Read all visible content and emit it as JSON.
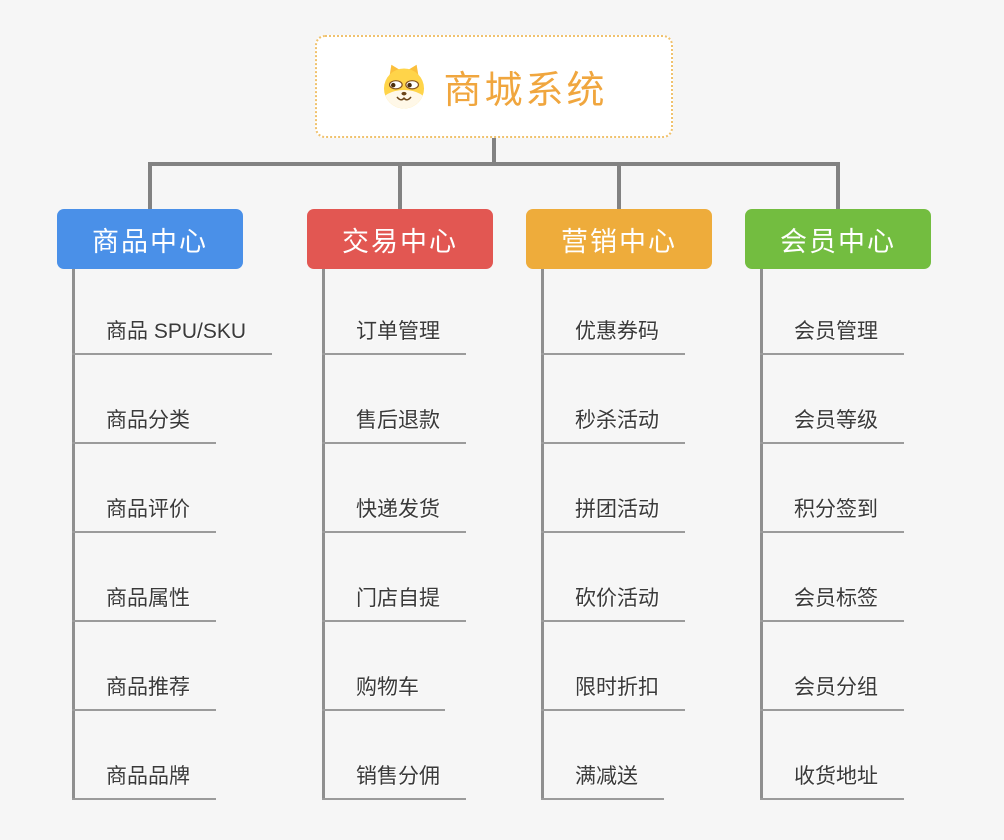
{
  "page": {
    "background": "#f6f6f6",
    "connector_color": "#828282"
  },
  "root": {
    "title": "商城系统",
    "icon": "dog-face-icon",
    "text_color": "#F0A63E",
    "border_color": "#F0C26E"
  },
  "branches": [
    {
      "label": "商品中心",
      "color": "#4A90E8",
      "children": [
        "商品 SPU/SKU",
        "商品分类",
        "商品评价",
        "商品属性",
        "商品推荐",
        "商品品牌"
      ]
    },
    {
      "label": "交易中心",
      "color": "#E25752",
      "children": [
        "订单管理",
        "售后退款",
        "快递发货",
        "门店自提",
        "购物车",
        "销售分佣"
      ]
    },
    {
      "label": "营销中心",
      "color": "#EEAC3B",
      "children": [
        "优惠券码",
        "秒杀活动",
        "拼团活动",
        "砍价活动",
        "限时折扣",
        "满减送"
      ]
    },
    {
      "label": "会员中心",
      "color": "#73BD40",
      "children": [
        "会员管理",
        "会员等级",
        "积分签到",
        "会员标签",
        "会员分组",
        "收货地址"
      ]
    }
  ]
}
